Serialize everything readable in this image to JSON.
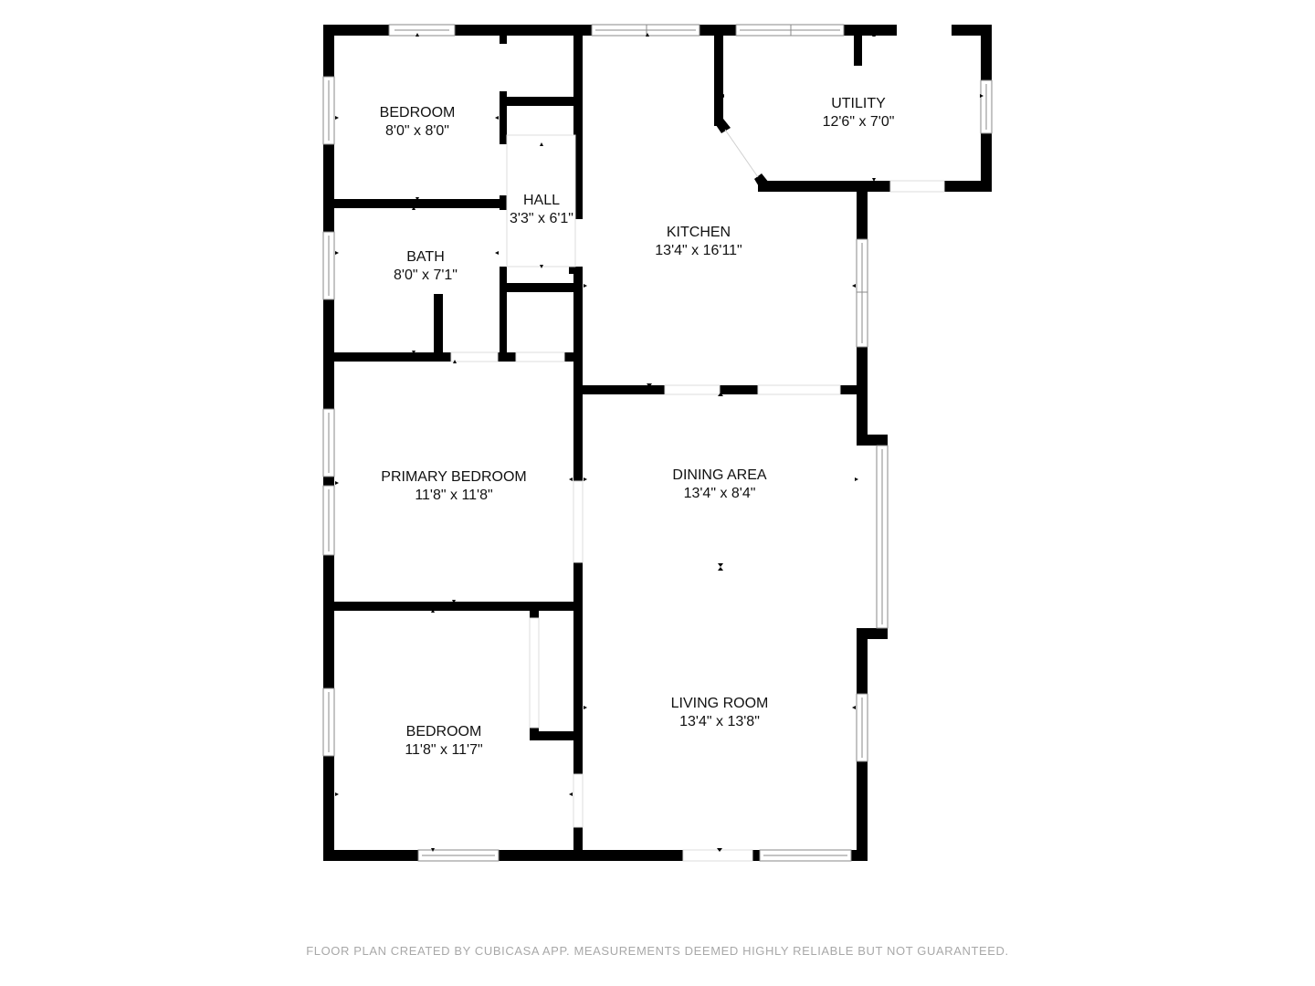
{
  "floorplan": {
    "rooms": [
      {
        "id": "bedroom-1",
        "name": "BEDROOM",
        "dimensions": "8'0\" x 8'0\""
      },
      {
        "id": "hall",
        "name": "HALL",
        "dimensions": "3'3\" x 6'1\""
      },
      {
        "id": "bath",
        "name": "BATH",
        "dimensions": "8'0\" x 7'1\""
      },
      {
        "id": "kitchen",
        "name": "KITCHEN",
        "dimensions": "13'4\" x 16'11\""
      },
      {
        "id": "utility",
        "name": "UTILITY",
        "dimensions": "12'6\" x 7'0\""
      },
      {
        "id": "primary-bedroom",
        "name": "PRIMARY BEDROOM",
        "dimensions": "11'8\" x 11'8\""
      },
      {
        "id": "dining-area",
        "name": "DINING AREA",
        "dimensions": "13'4\" x 8'4\""
      },
      {
        "id": "bedroom-2",
        "name": "BEDROOM",
        "dimensions": "11'8\" x 11'7\""
      },
      {
        "id": "living-room",
        "name": "LIVING ROOM",
        "dimensions": "13'4\" x 13'8\""
      }
    ],
    "colors": {
      "wall": "#000000",
      "background": "#ffffff",
      "footer_text": "#a8a8a8"
    }
  },
  "footer": {
    "disclaimer": "FLOOR PLAN CREATED BY CUBICASA APP. MEASUREMENTS DEEMED HIGHLY RELIABLE BUT NOT GUARANTEED."
  }
}
